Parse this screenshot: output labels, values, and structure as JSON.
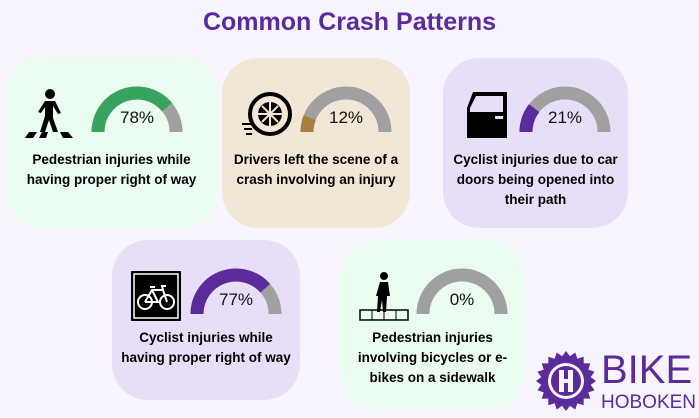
{
  "title": "Common Crash Patterns",
  "colors": {
    "green": "#37a35e",
    "tan": "#a97f3e",
    "purple": "#5b2a9b",
    "gray": "#a0a0a0"
  },
  "cards": [
    {
      "icon": "pedestrian-crosswalk-icon",
      "percent": 78,
      "label": "78%",
      "text": "Pedestrian injuries while having proper right of way",
      "color": "#37a35e"
    },
    {
      "icon": "speeding-wheel-icon",
      "percent": 12,
      "label": "12%",
      "text": "Drivers left the scene of a crash involving an injury",
      "color": "#a97f3e"
    },
    {
      "icon": "car-door-icon",
      "percent": 21,
      "label": "21%",
      "text": "Cyclist injuries due to car doors being opened into their path",
      "color": "#5b2a9b"
    },
    {
      "icon": "bicycle-sign-icon",
      "percent": 77,
      "label": "77%",
      "text": "Cyclist injuries while having proper right of way",
      "color": "#5b2a9b"
    },
    {
      "icon": "pedestrian-sidewalk-icon",
      "percent": 0,
      "label": "0%",
      "text": "Pedestrian injuries involving bicycles or e-bikes on a sidewalk",
      "color": "#37a35e"
    }
  ],
  "logo": {
    "line1": "BIKE",
    "line2": "HOBOKEN"
  }
}
